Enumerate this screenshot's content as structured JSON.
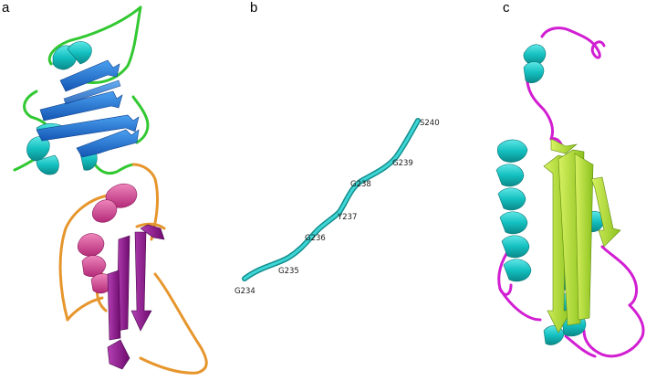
{
  "figure": {
    "panels": [
      {
        "id": "a",
        "letter": "a"
      },
      {
        "id": "b",
        "letter": "b",
        "residues": [
          "G234",
          "G235",
          "G236",
          "Y237",
          "G238",
          "G239",
          "S240"
        ]
      },
      {
        "id": "c",
        "letter": "c"
      }
    ]
  },
  "colors": {
    "cyan_helix": "#14c8c8",
    "blue_strand": "#1e78dc",
    "green_loop": "#32c832",
    "magenta_helix": "#dc4896",
    "purple_strand": "#961e96",
    "orange_loop": "#e6962d",
    "teal_peptide": "#23b9b9",
    "lime_strand": "#b4e632",
    "magenta_loop": "#d21ed2"
  }
}
